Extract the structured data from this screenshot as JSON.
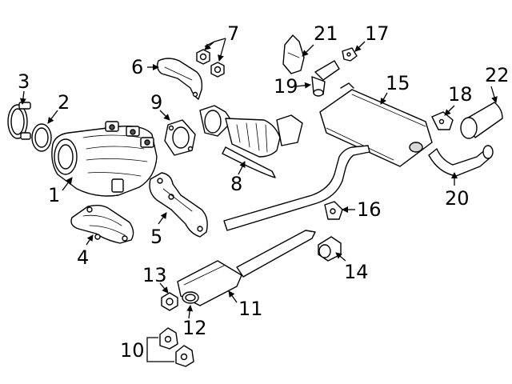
{
  "callouts": [
    {
      "id": "1",
      "label": "1"
    },
    {
      "id": "2",
      "label": "2"
    },
    {
      "id": "3",
      "label": "3"
    },
    {
      "id": "4",
      "label": "4"
    },
    {
      "id": "5",
      "label": "5"
    },
    {
      "id": "6",
      "label": "6"
    },
    {
      "id": "7",
      "label": "7"
    },
    {
      "id": "8",
      "label": "8"
    },
    {
      "id": "9",
      "label": "9"
    },
    {
      "id": "10",
      "label": "10"
    },
    {
      "id": "11",
      "label": "11"
    },
    {
      "id": "12",
      "label": "12"
    },
    {
      "id": "13",
      "label": "13"
    },
    {
      "id": "14",
      "label": "14"
    },
    {
      "id": "15",
      "label": "15"
    },
    {
      "id": "16",
      "label": "16"
    },
    {
      "id": "17",
      "label": "17"
    },
    {
      "id": "18",
      "label": "18"
    },
    {
      "id": "19",
      "label": "19"
    },
    {
      "id": "20",
      "label": "20"
    },
    {
      "id": "21",
      "label": "21"
    },
    {
      "id": "22",
      "label": "22"
    }
  ],
  "colors": {
    "ink": "#000000",
    "background": "#ffffff"
  }
}
